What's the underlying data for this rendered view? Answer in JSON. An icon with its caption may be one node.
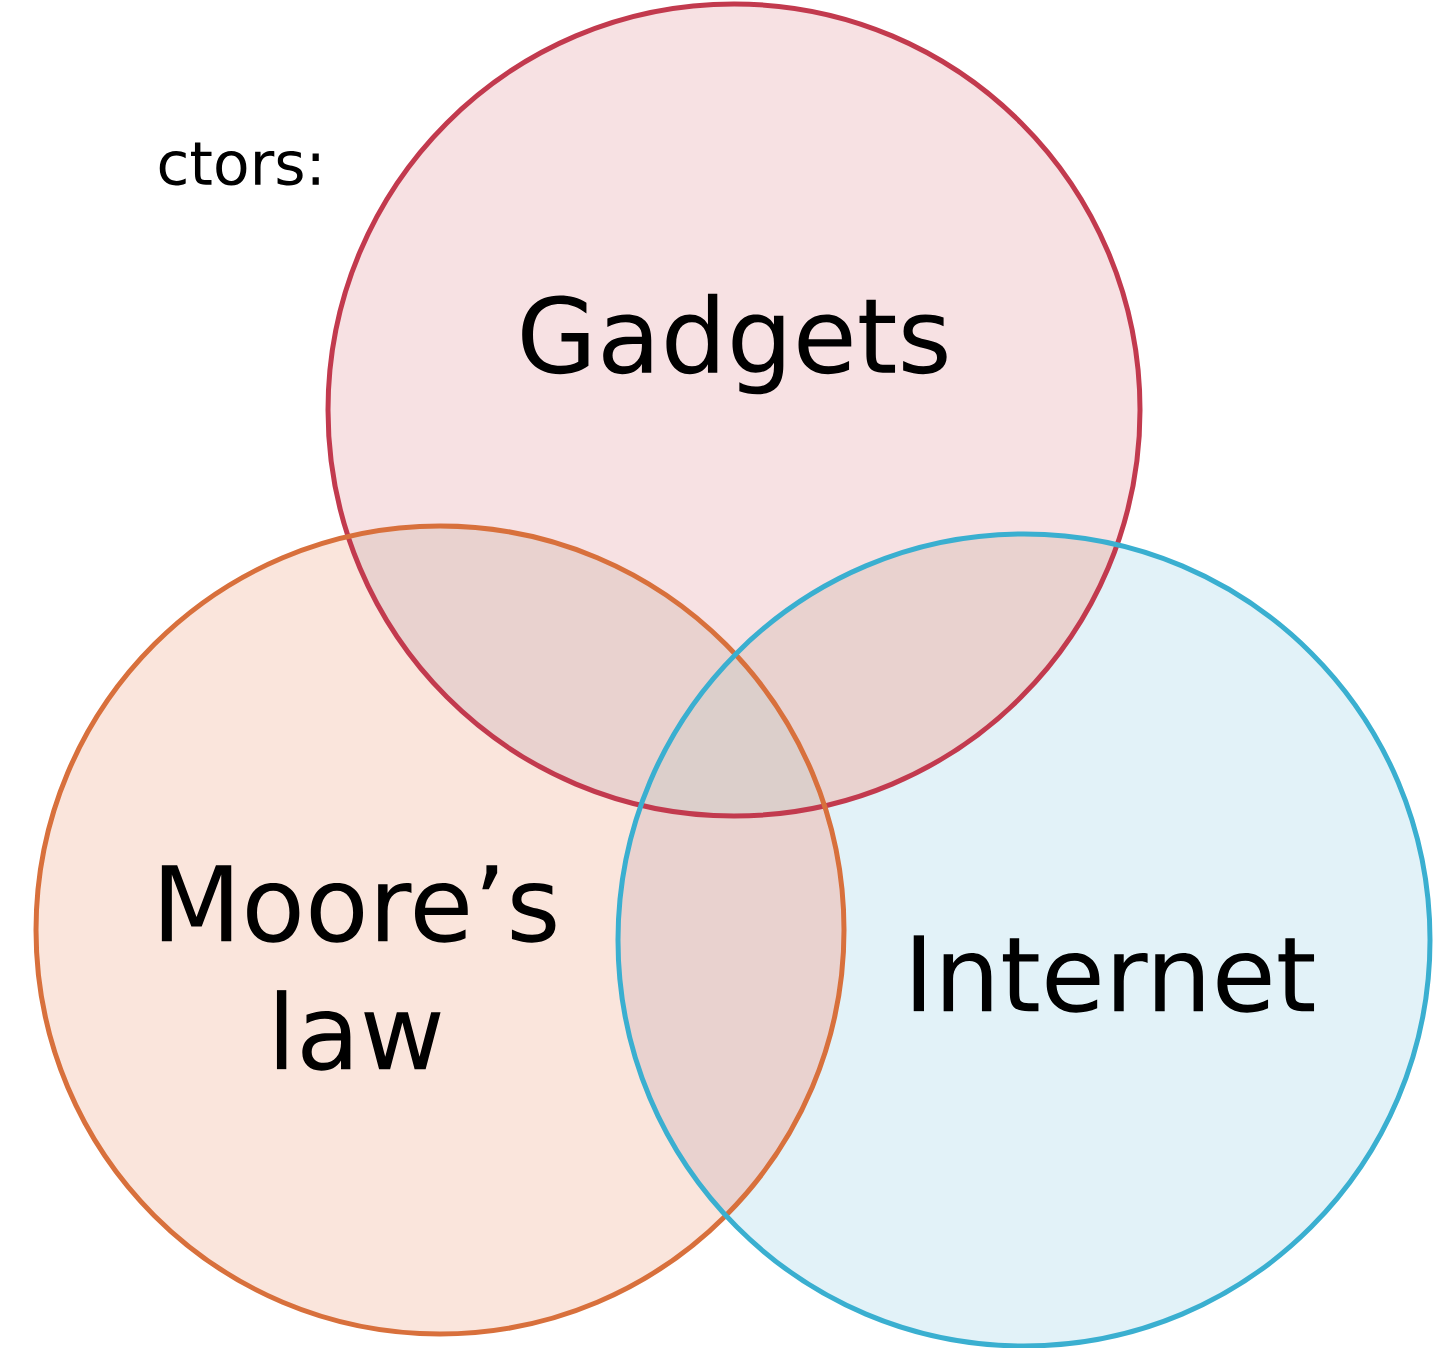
{
  "diagram": {
    "nodes": [
      {
        "text": [
          "Gadgets"
        ]
      },
      {
        "text": [
          "Moore’s law"
        ]
      },
      {
        "text": [
          "Internet"
        ]
      }
    ],
    "labels": [
      "ctors:"
    ]
  }
}
